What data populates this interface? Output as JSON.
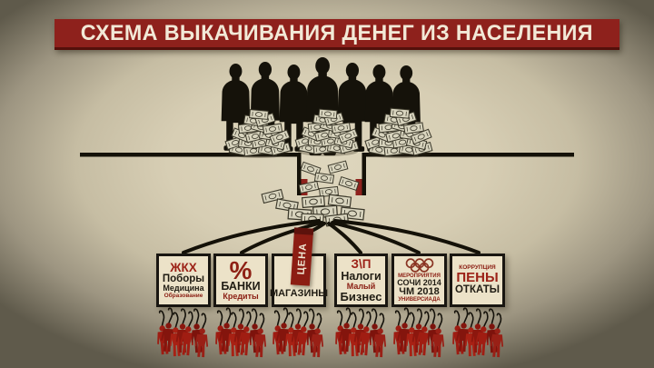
{
  "title": "СХЕМА ВЫКАЧИВАНИЯ ДЕНЕГ ИЗ НАСЕЛЕНИЯ",
  "colors": {
    "banner_red": "#8e211c",
    "accent_red": "#9c2217",
    "box_background": "#ece2c8",
    "ink_black": "#191611",
    "victims_red": "#a01d12",
    "background_beige": "#d7ceb4"
  },
  "boxes": [
    {
      "lines": [
        "ЖКХ",
        "Поборы",
        "Медицина",
        "Образование"
      ]
    },
    {
      "lines": [
        "%",
        "БАНКИ",
        "Кредиты"
      ]
    },
    {
      "tag": "ЦЕНА",
      "lines": [
        "МАГАЗИНЫ"
      ]
    },
    {
      "lines": [
        "З\\П",
        "Налоги",
        "Малый",
        "Бизнес"
      ]
    },
    {
      "icon": "olympic-rings",
      "lines": [
        "МЕРОПРИЯТИЯ",
        "СОЧИ 2014",
        "ЧМ 2018",
        "УНИВЕРСИАДА"
      ]
    },
    {
      "lines": [
        "КОРРУПЦИЯ",
        "ПЕНЫ",
        "ОТКАТЫ"
      ]
    }
  ]
}
